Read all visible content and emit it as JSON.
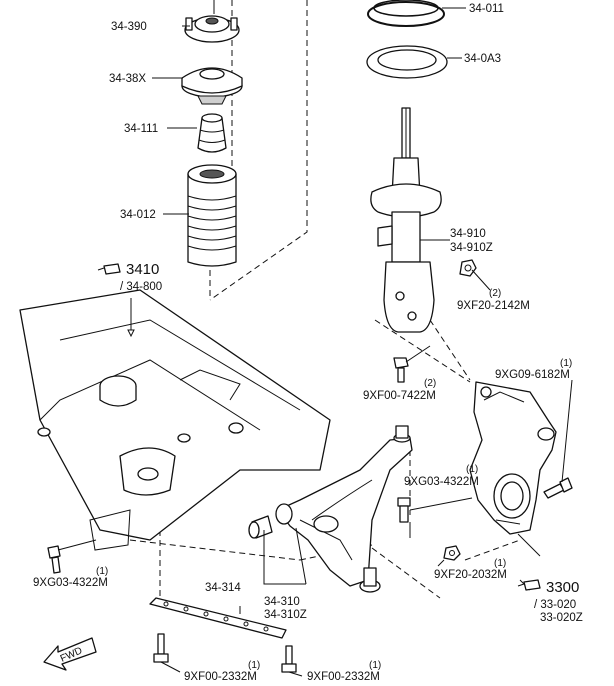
{
  "labels": {
    "spring_seat_upper": "34-390",
    "mount_rubber": "34-38X",
    "bound_stopper": "34-111",
    "dust_boot": "34-012",
    "coil_spring": "34-011",
    "spring_seat_lower": "34-0A3",
    "shock_absorber": "34-910",
    "shock_absorber_alt": "34-910Z",
    "nut_strut": "9XF20-2142M",
    "nut_strut_qty": "(2)",
    "bolt_strut": "9XF00-7422M",
    "bolt_strut_qty": "(2)",
    "bolt_knuckle_rear": "9XG09-6182M",
    "bolt_knuckle_rear_qty": "(1)",
    "bolt_arm": "9XG03-4322M",
    "bolt_arm_qty": "(1)",
    "nut_balljoint": "9XF20-2032M",
    "nut_balljoint_qty": "(1)",
    "crossmember_ref": "3410",
    "crossmember_sub": "/ 34-800",
    "bolt_crossmember": "9XG03-4322M",
    "bolt_crossmember_qty": "(1)",
    "stay": "34-314",
    "lower_arm": "34-310",
    "lower_arm_alt": "34-310Z",
    "bolt_stay_1": "9XF00-2332M",
    "bolt_stay_1_qty": "(1)",
    "bolt_stay_2": "9XF00-2332M",
    "bolt_stay_2_qty": "(1)",
    "knuckle_ref": "3300",
    "knuckle_sub": "/ 33-020",
    "knuckle_alt": "33-020Z",
    "fwd": "FWD"
  }
}
